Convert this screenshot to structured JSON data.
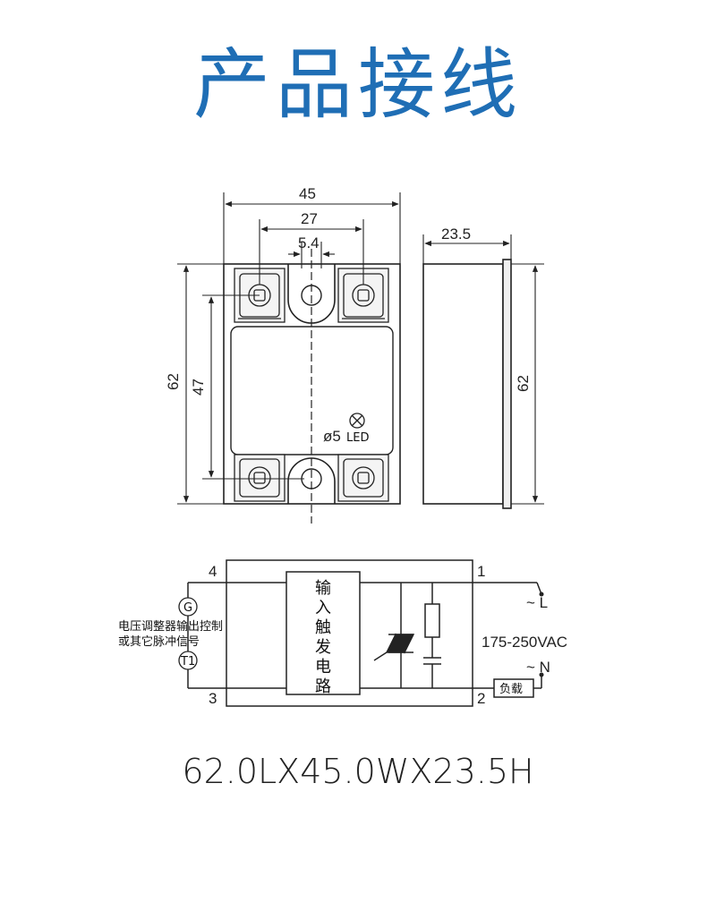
{
  "title": "产品接线",
  "dimensions": {
    "width_45": "45",
    "width_27": "27",
    "width_5_4": "5.4",
    "height_62_left": "62",
    "height_47": "47",
    "led_label_num": "ø5",
    "led_label_txt": "LED",
    "depth_23_5": "23.5",
    "height_62_right": "62"
  },
  "circuit": {
    "terminal_4": "4",
    "terminal_3": "3",
    "terminal_1": "1",
    "terminal_2": "2",
    "g_label": "G",
    "t1_label": "T1",
    "control_line1": "电压调整器输出控制",
    "control_line2": "或其它脉冲信号",
    "trigger_chars": [
      "输",
      "入",
      "触",
      "发",
      "电",
      "路"
    ],
    "phase_l": "~ L",
    "phase_n": "~ N",
    "voltage": "175-250VAC",
    "load": "负载"
  },
  "size_text": "62.0LX45.0WX23.5H"
}
